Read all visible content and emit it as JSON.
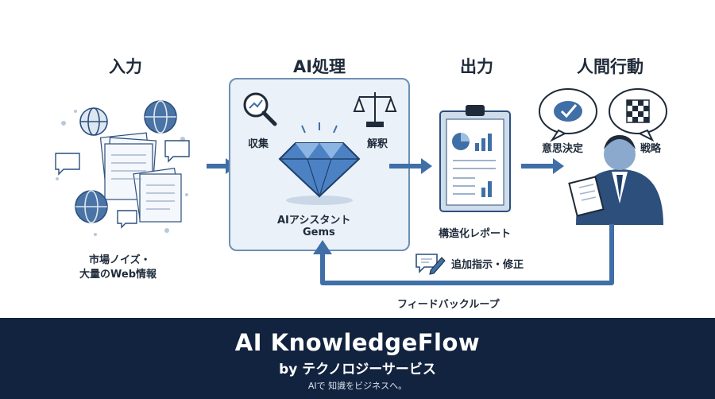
{
  "stages": {
    "input": {
      "title": "入力",
      "caption_line1": "市場ノイズ・",
      "caption_line2": "大量のWeb情報"
    },
    "process": {
      "title": "AI処理",
      "collect": "収集",
      "interpret": "解釈",
      "assistant_line1": "AIアシスタント",
      "assistant_line2": "Gems"
    },
    "output": {
      "title": "出力",
      "caption": "構造化レポート"
    },
    "action": {
      "title": "人間行動",
      "decision": "意思決定",
      "strategy": "戦略"
    }
  },
  "feedback": {
    "instruction": "追加指示・修正",
    "loop_label": "フィードバックループ"
  },
  "footer": {
    "brand": "AI KnowledgeFlow",
    "by_line": "by テクノロジーサービス",
    "tagline": "AIで 知識をビジネスへ。"
  },
  "colors": {
    "accent": "#3f6fa6",
    "footer_bg": "#12233f",
    "box_bg": "#eaf1f8"
  }
}
